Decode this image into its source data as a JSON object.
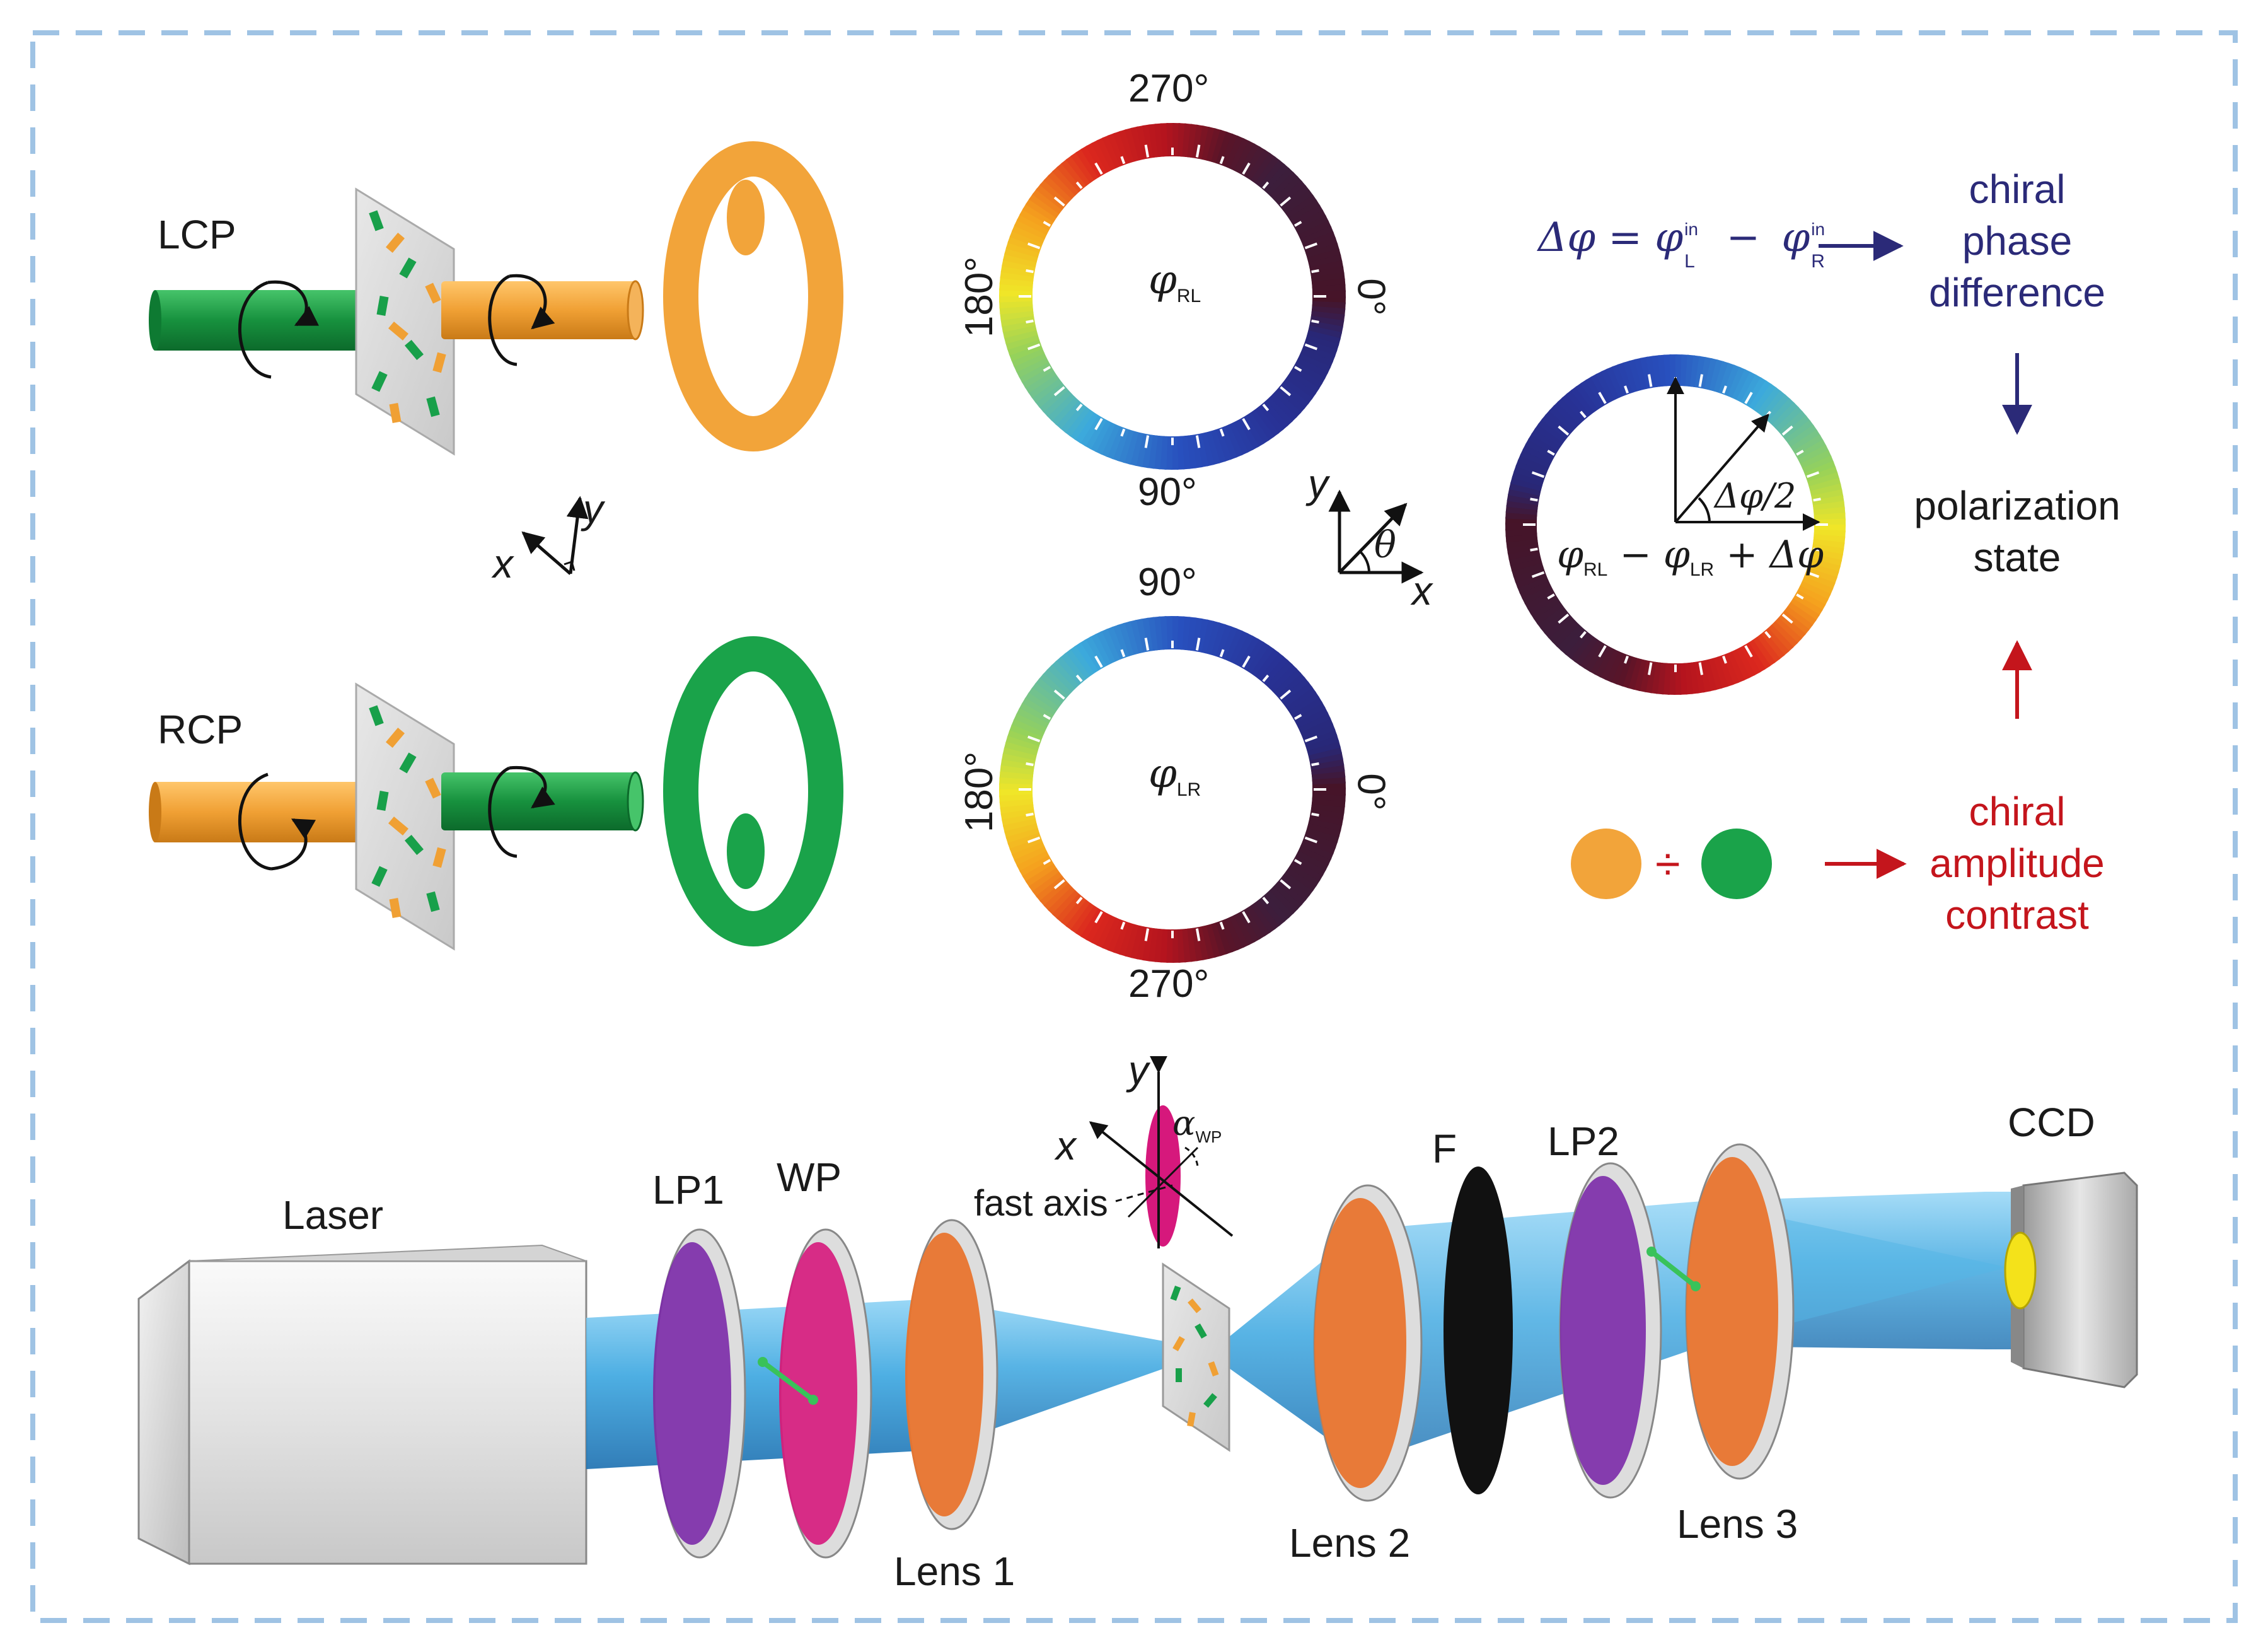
{
  "top_left": {
    "lcp_label": "LCP",
    "rcp_label": "RCP",
    "axis_x": "x",
    "axis_y": "y"
  },
  "phase_rings": {
    "upper": {
      "top": "270°",
      "left": "180°",
      "right": "0°",
      "bottom": "90°",
      "center_symbol": "φ",
      "center_sub": "RL"
    },
    "lower": {
      "top": "90°",
      "left": "180°",
      "right": "0°",
      "bottom": "270°",
      "center_symbol": "φ",
      "center_sub": "LR"
    }
  },
  "angle_axes": {
    "x": "x",
    "y": "y",
    "theta": "θ"
  },
  "combined_ring": {
    "half_delta": "Δφ/2",
    "expr_phi1": "φ",
    "expr_sub1": "RL",
    "expr_minus": "−",
    "expr_phi2": "φ",
    "expr_sub2": "LR",
    "expr_plus": "+ Δφ"
  },
  "equation": {
    "lhs": "Δφ = φ",
    "sup1": "in",
    "sub1": "L",
    "minus": "−",
    "phi2": "φ",
    "sup2": "in",
    "sub2": "R"
  },
  "right_panel": {
    "chiral_phase": [
      "chiral",
      "phase",
      "difference"
    ],
    "polarization": [
      "polarization",
      "state"
    ],
    "chiral_amplitude": [
      "chiral",
      "amplitude",
      "contrast"
    ],
    "divide": "÷"
  },
  "setup": {
    "laser": "Laser",
    "lp1": "LP1",
    "wp": "WP",
    "lens1": "Lens 1",
    "fast_axis": "fast axis",
    "alpha": "α",
    "alpha_sub": "WP",
    "axis_x": "x",
    "axis_y": "y",
    "f": "F",
    "lens2": "Lens 2",
    "lp2": "LP2",
    "lens3": "Lens 3",
    "ccd": "CCD"
  },
  "colors": {
    "border_dash": "#9fc3e4",
    "orange": "#f2a43a",
    "green": "#1aa34a",
    "beam": "#3aa6e0",
    "navy_text": "#2b2a78",
    "red_text": "#c4151c",
    "purple_filter": "#7b2aa8",
    "magenta_filter": "#d6187c",
    "orange_lens": "#e8742e"
  }
}
